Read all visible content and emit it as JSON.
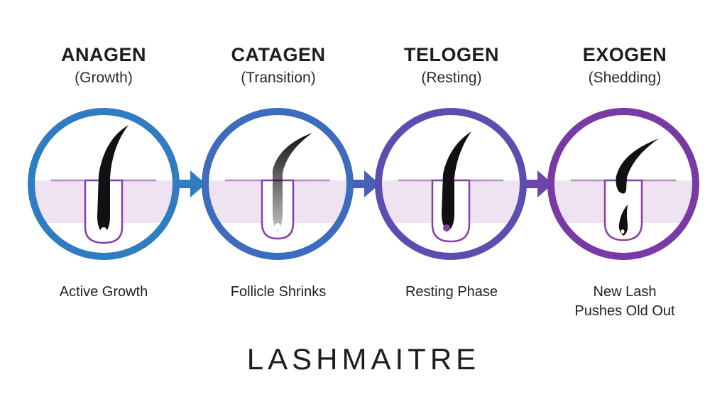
{
  "phases": [
    {
      "title": "ANAGEN",
      "subtitle": "(Growth)",
      "caption": "Active Growth",
      "ring_color": "#2f7cc1"
    },
    {
      "title": "CATAGEN",
      "subtitle": "(Transition)",
      "caption": "Follicle Shrinks",
      "ring_color": "#3d6bbd"
    },
    {
      "title": "TELOGEN",
      "subtitle": "(Resting)",
      "caption": "Resting Phase",
      "ring_color": "#5a4fb0"
    },
    {
      "title": "EXOGEN",
      "subtitle": "(Shedding)",
      "caption": "New Lash\nPushes Old Out",
      "ring_color": "#7a3aa3"
    }
  ],
  "colors": {
    "skin_fill": "#efe3f2",
    "skin_line": "#b48cc4",
    "follicle_line": "#8a3fa8",
    "hair": "#111114",
    "arrow_1": "#2f7cc1",
    "arrow_2": "#4a5fb8",
    "arrow_3": "#6e45aa"
  },
  "brand": "LASHMAITRE"
}
